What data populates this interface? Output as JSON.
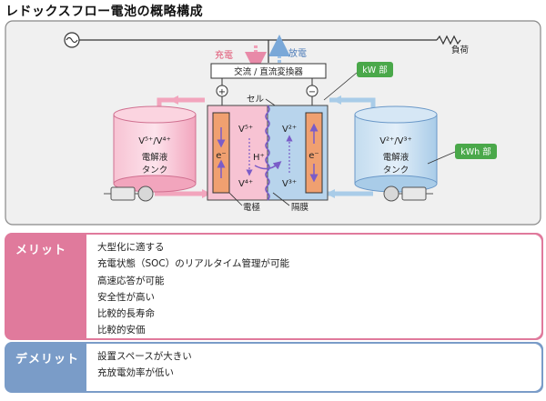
{
  "title": "レドックスフロー電池の概略構成",
  "diagram": {
    "charge": "充電",
    "discharge": "放電",
    "load": "負荷",
    "converter": "交流 / 直流変換器",
    "plus": "+",
    "minus": "−",
    "cell": "セル",
    "kw_unit": "kW 部",
    "kwh_unit": "kWh 部",
    "left_tank_ions": "V⁵⁺/V⁴⁺",
    "left_tank_name_1": "電解液",
    "left_tank_name_2": "タンク",
    "right_tank_ions": "V²⁺/V³⁺",
    "right_tank_name_1": "電解液",
    "right_tank_name_2": "タンク",
    "cell_left_top": "V⁵⁺",
    "cell_left_bottom": "V⁴⁺",
    "cell_right_top": "V²⁺",
    "cell_right_bottom": "V³⁺",
    "electron_left": "e⁻",
    "electron_right": "e⁻",
    "proton": "H⁺",
    "electrode": "電極",
    "membrane": "隔膜"
  },
  "merit": {
    "label": "メリット",
    "items": [
      "大型化に適する",
      "充電状態（SOC）のリアルタイム管理が可能",
      "高速応答が可能",
      "安全性が高い",
      "比較的長寿命",
      "比較的安価"
    ]
  },
  "demerit": {
    "label": "デメリット",
    "items": [
      "設置スペースが大きい",
      "充放電効率が低い"
    ]
  },
  "colors": {
    "pink": "#f2a5bd",
    "blue": "#a9cce8",
    "merit": "#e07a9c",
    "demerit": "#7a9cc8",
    "green": "#4aa84a",
    "electrode": "#f0a070"
  }
}
